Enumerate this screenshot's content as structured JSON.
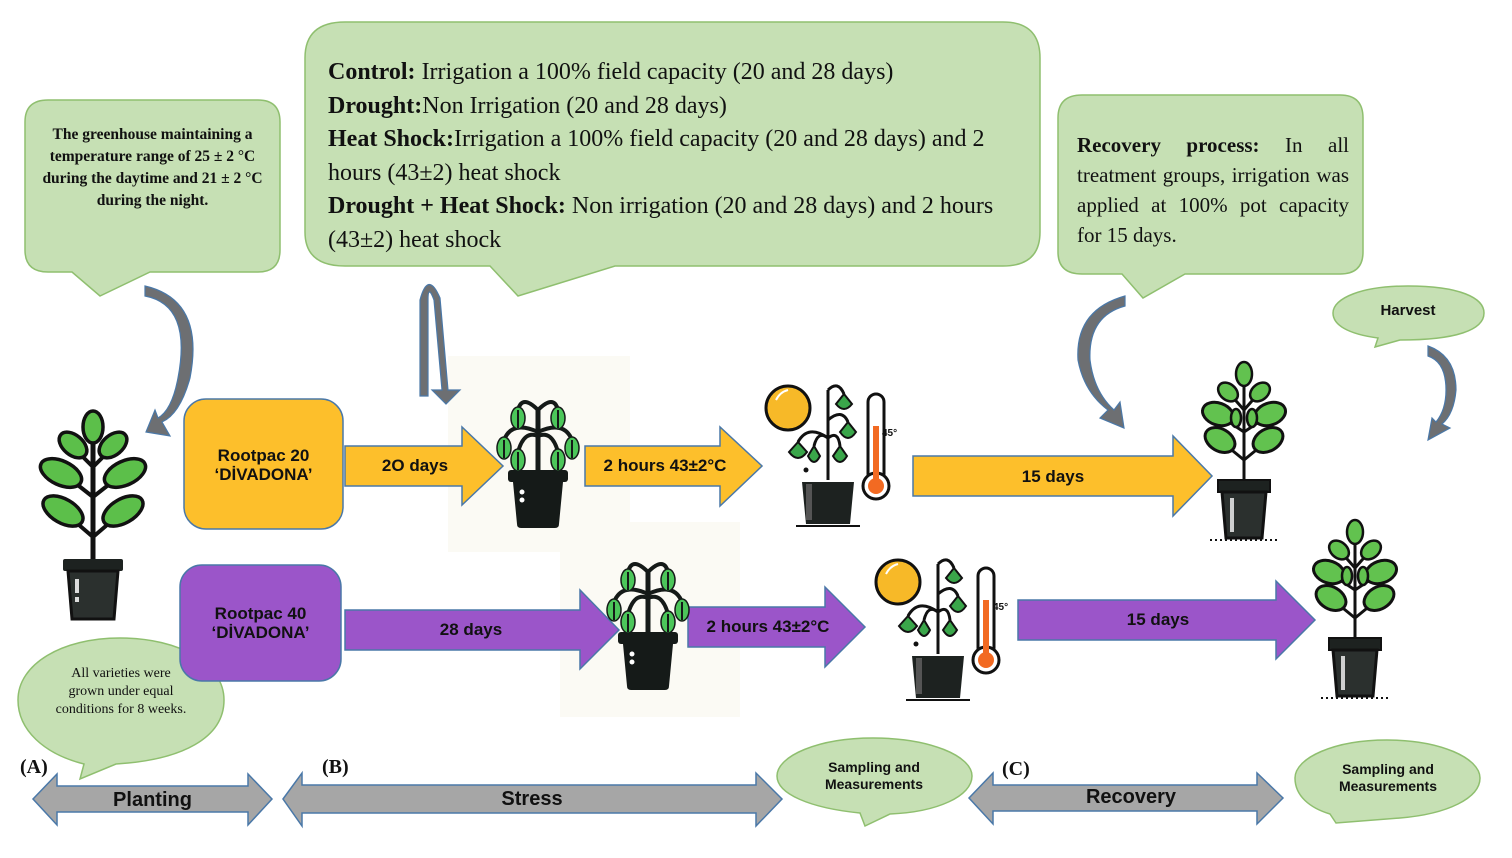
{
  "colors": {
    "bubble_fill": "#c6e0b4",
    "bubble_stroke": "#8fbf6f",
    "rootpac20_fill": "#fdbf2b",
    "rootpac40_fill": "#9b55c9",
    "arrow_stroke": "#4a78a8",
    "timeline_fill": "#a6a6a6",
    "curve_arrow_fill": "#6d6f72",
    "leaf_green": "#5cbf4a",
    "pot_dark": "#1d2220",
    "sun_yellow": "#f7b928",
    "thermo_orange": "#f26a22"
  },
  "callouts": {
    "greenhouse": "The greenhouse maintaining a temperature range of 25 ± 2 °C during the daytime and 21 ± 2 °C during the night.",
    "treatments": [
      {
        "label": "Control:",
        "text": " Irrigation a 100% field capacity (20 and 28 days)"
      },
      {
        "label": "Drought:",
        "text": "Non Irrigation (20 and 28 days)"
      },
      {
        "label": "Heat Shock:",
        "text": "Irrigation a 100% field capacity (20 and 28 days) and 2 hours (43±2) heat shock"
      },
      {
        "label": "Drought + Heat Shock:",
        "text": " Non irrigation (20 and 28 days) and 2 hours (43±2) heat shock"
      }
    ],
    "recovery": {
      "label": "Recovery process:",
      "text": " In all treatment groups, irrigation was applied at 100% pot capacity for 15 days."
    },
    "harvest": "Harvest",
    "planting_note": "All varieties were grown under equal conditions for 8 weeks.",
    "sampling_1": "Sampling and Measurements",
    "sampling_2": "Sampling and Measurements"
  },
  "varieties": [
    {
      "name_line1": "Rootpac 20",
      "name_line2": "‘DİVADONA’",
      "stress_duration": "2O days",
      "heat_shock": "2 hours 43±2°C",
      "recovery_duration": "15 days",
      "thermo_label": "45°"
    },
    {
      "name_line1": "Rootpac 40",
      "name_line2": "‘DİVADONA’",
      "stress_duration": "28 days",
      "heat_shock": "2 hours 43±2°C",
      "recovery_duration": "15 days",
      "thermo_label": "45°"
    }
  ],
  "phases": [
    {
      "letter": "(A)",
      "label": "Planting"
    },
    {
      "letter": "(B)",
      "label": "Stress"
    },
    {
      "letter": "(C)",
      "label": "Recovery"
    }
  ]
}
